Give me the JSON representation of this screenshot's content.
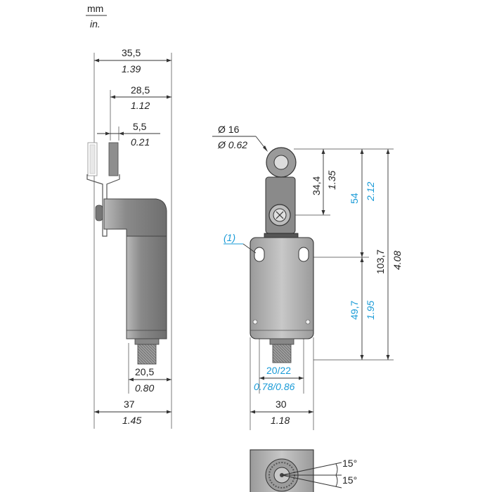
{
  "units": {
    "metric": "mm",
    "imperial": "in."
  },
  "side_view": {
    "overall_width": {
      "mm": "35,5",
      "in": "1.39"
    },
    "lever_width": {
      "mm": "28,5",
      "in": "1.12"
    },
    "roller_width": {
      "mm": "5,5",
      "in": "0.21"
    },
    "body_depth": {
      "mm": "20,5",
      "in": "0.80"
    },
    "total_depth": {
      "mm": "37",
      "in": "1.45"
    }
  },
  "front_view": {
    "roller_diameter": {
      "mm": "Ø 16",
      "in": "Ø 0.62"
    },
    "head_height": {
      "mm": "34,4",
      "in": "1.35"
    },
    "roller_to_hole": {
      "mm": "54",
      "in": "2.12"
    },
    "hole_to_bottom": {
      "mm": "49,7",
      "in": "1.95"
    },
    "overall_height": {
      "mm": "103,7",
      "in": "4.08"
    },
    "hole_spacing": {
      "mm": "20/22",
      "in": "0.78/0.86"
    },
    "body_width": {
      "mm": "30",
      "in": "1.18"
    },
    "note_marker": "(1)"
  },
  "bottom_view": {
    "angle_top": "15°",
    "angle_bottom": "15°"
  },
  "colors": {
    "blue_dimension": "#1a9bd7",
    "dark_line": "#333333",
    "body_gray": "#8e8e8e"
  }
}
